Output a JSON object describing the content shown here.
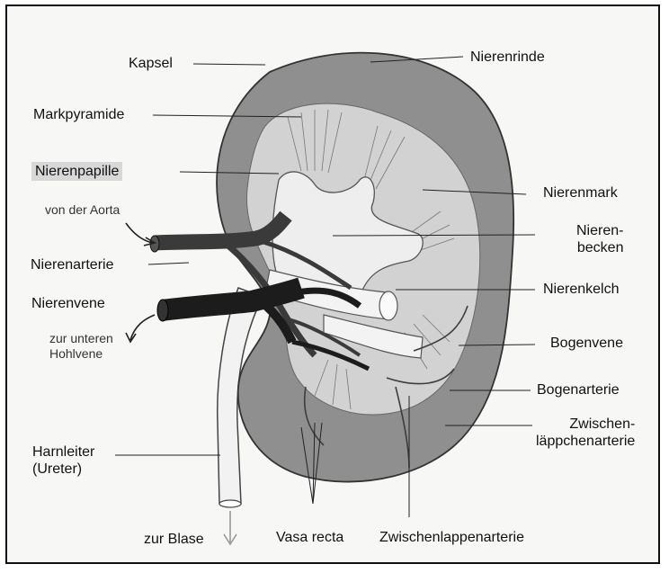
{
  "labels": {
    "kapsel": "Kapsel",
    "nierenrinde": "Nierenrinde",
    "markpyramide": "Markpyramide",
    "nierenpapille": "Nierenpapille",
    "von_der_aorta": "von der Aorta",
    "nierenmark": "Nierenmark",
    "nierenarterie": "Nierenarterie",
    "nierenbecken": "Nieren-\nbecken",
    "nierenvene": "Nierenvene",
    "nierenkelch": "Nierenkelch",
    "zur_unteren_hohlvene": "zur unteren\nHohlvene",
    "bogenvene": "Bogenvene",
    "bogenarterie": "Bogenarterie",
    "zwischenlaeppchenarterie": "Zwischen-\nläppchenarterie",
    "harnleiter": "Harnleiter\n(Ureter)",
    "zur_blase": "zur Blase",
    "vasa_recta": "Vasa recta",
    "zwischenlappenarterie": "Zwischenlappenarterie"
  },
  "colors": {
    "cortex": "#8f8f8f",
    "medulla": "#d2d2d2",
    "pelvis": "#eeeeee",
    "artery": "#3a3a3a",
    "vein": "#1c1c1c",
    "ureter": "#f2f2f2"
  }
}
